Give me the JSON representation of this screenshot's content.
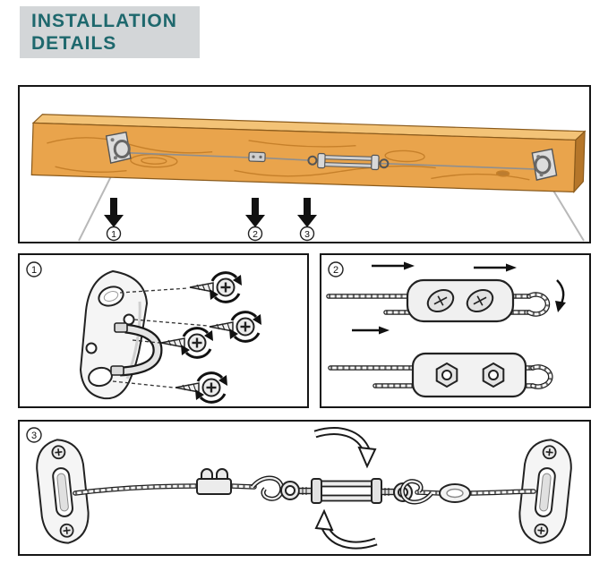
{
  "header": {
    "line1": "INSTALLATION",
    "line2": "DETAILS",
    "text_color": "#1e686d",
    "bg_color": "#d3d6d8"
  },
  "overview_panel": {
    "step_markers": [
      "1",
      "2",
      "3"
    ]
  },
  "detail_panels": [
    {
      "label": "1"
    },
    {
      "label": "2"
    },
    {
      "label": "3"
    }
  ],
  "icons": {
    "down_arrow": "▼",
    "rotation_arrow": "circular-arrow",
    "screw": "phillips-screw"
  },
  "colors": {
    "line": "#1a1a1a",
    "wood": "#e9a44c",
    "wood_grain": "#c07a25",
    "wood_top": "#f3c377",
    "metal_light": "#ededed"
  }
}
